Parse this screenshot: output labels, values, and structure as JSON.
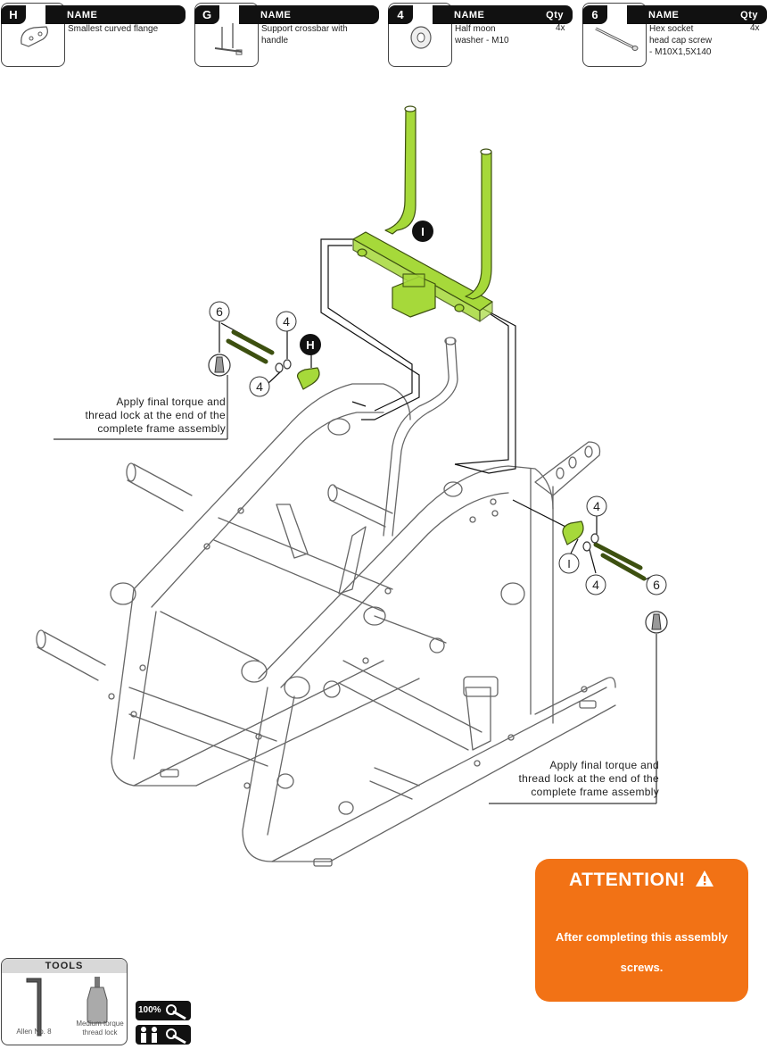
{
  "parts": [
    {
      "id": "H",
      "name_header": "NAME",
      "description": "Smallest curved flange",
      "qty_header": "",
      "qty": ""
    },
    {
      "id": "G",
      "name_header": "NAME",
      "description": "Support crossbar with handle",
      "qty_header": "",
      "qty": ""
    },
    {
      "id": "4",
      "name_header": "NAME",
      "description": "Half moon washer - M10",
      "qty_header": "Qty",
      "qty": "4x"
    },
    {
      "id": "6",
      "name_header": "NAME",
      "description": "Hex socket head cap screw - M10X1,5X140",
      "qty_header": "Qty",
      "qty": "4x"
    }
  ],
  "diagram": {
    "highlight_color": "#a6d93a",
    "callouts": {
      "left_screw": "6",
      "left_washer_top": "4",
      "left_washer_bottom": "4",
      "left_flange": "H",
      "crossbar": "I",
      "right_washer_top": "4",
      "right_flange": "I",
      "right_washer_bottom": "4",
      "right_screw": "6"
    },
    "note_left": {
      "line1": "Apply final torque and",
      "line2": "thread lock at the end of the",
      "line3": "complete frame assembly"
    },
    "note_right": {
      "line1": "Apply final torque and",
      "line2": "thread lock at the end of the",
      "line3": "complete frame assembly"
    }
  },
  "attention": {
    "title": "ATTENTION!",
    "line1": "After completing this assembly",
    "line2": "screws.",
    "color": "#f27215"
  },
  "tools": {
    "header": "TOOLS",
    "items": [
      {
        "label": "Allen No. 8"
      },
      {
        "label": "Medium torque thread lock"
      }
    ]
  },
  "badges": {
    "torque_label": "100%"
  }
}
